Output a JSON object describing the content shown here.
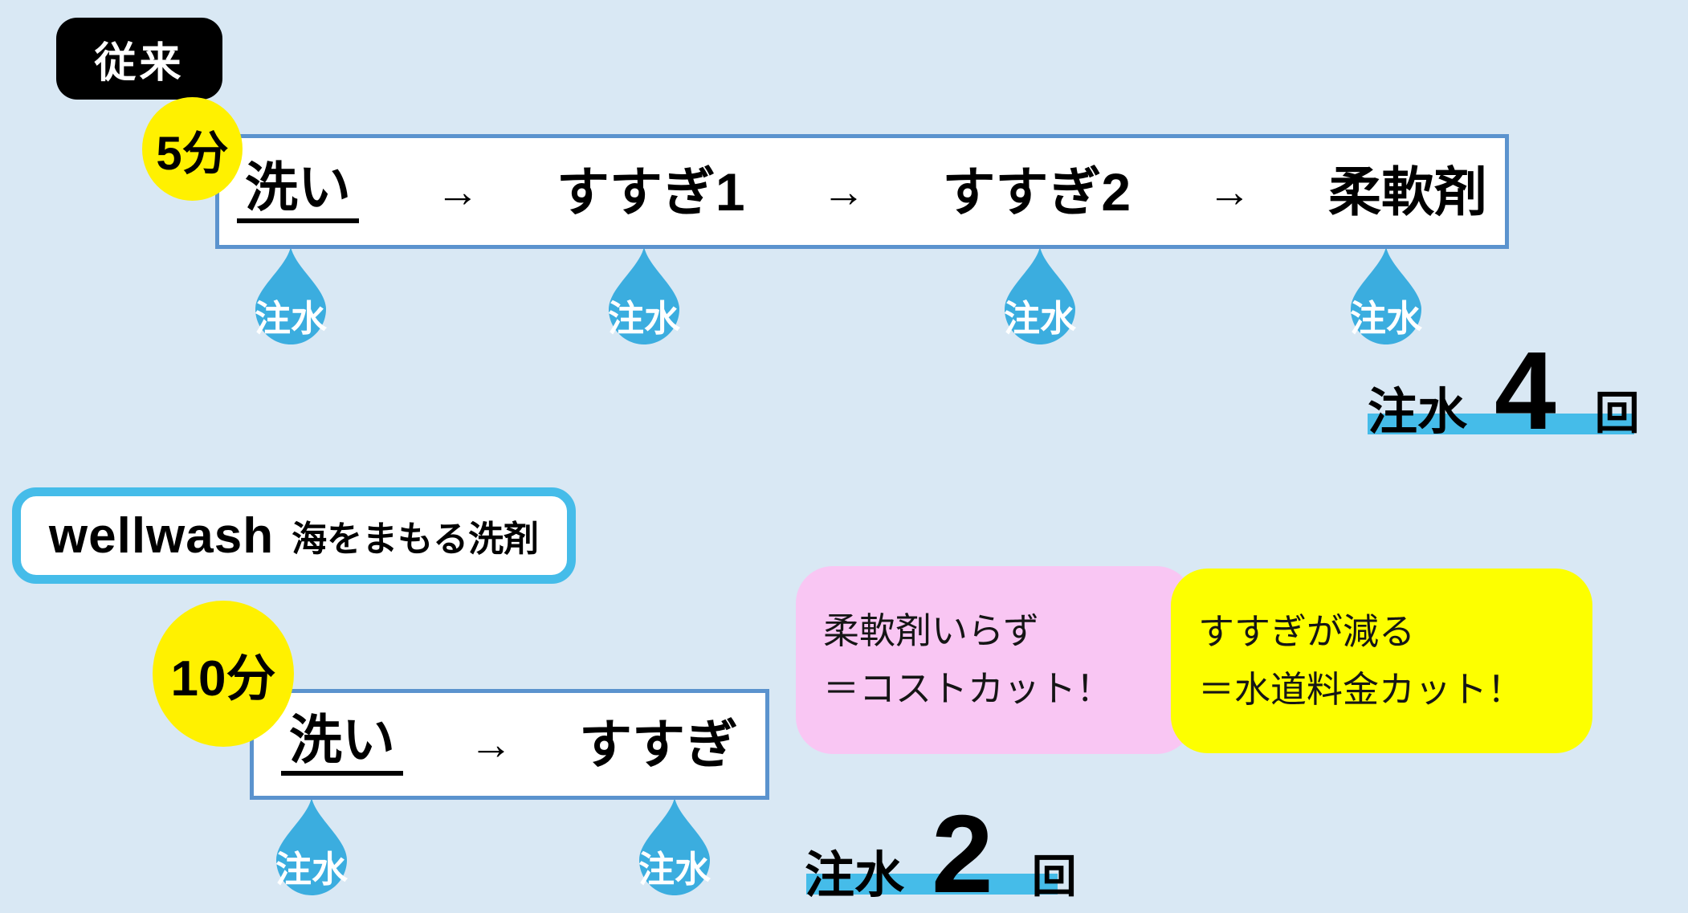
{
  "arrow": "→",
  "drop_label": "注水",
  "colors": {
    "background": "#D9E8F4",
    "box_border": "#5B93CE",
    "drop": "#3BADDF",
    "highlight": "#45BCE9",
    "badge_black": "#000000",
    "time_yellow": "#FFF100",
    "note_pink": "#F9C6F3",
    "note_yellow": "#FDFF00"
  },
  "conventional": {
    "label": "従来",
    "duration": "5分",
    "steps": [
      "洗い",
      "すすぎ1",
      "すすぎ2",
      "柔軟剤"
    ],
    "water_count": {
      "prefix": "注水",
      "number": "4",
      "unit": "回"
    }
  },
  "wellwash": {
    "brand": "wellwash",
    "tagline": "海をまもる洗剤",
    "duration": "10分",
    "steps": [
      "洗い",
      "すすぎ"
    ],
    "water_count": {
      "prefix": "注水",
      "number": "2",
      "unit": "回"
    },
    "notes": {
      "softener": {
        "line1": "柔軟剤いらず",
        "line2": "＝コストカット！"
      },
      "water_bill": {
        "line1": "すすぎが減る",
        "line2": "＝水道料金カット！"
      }
    }
  }
}
